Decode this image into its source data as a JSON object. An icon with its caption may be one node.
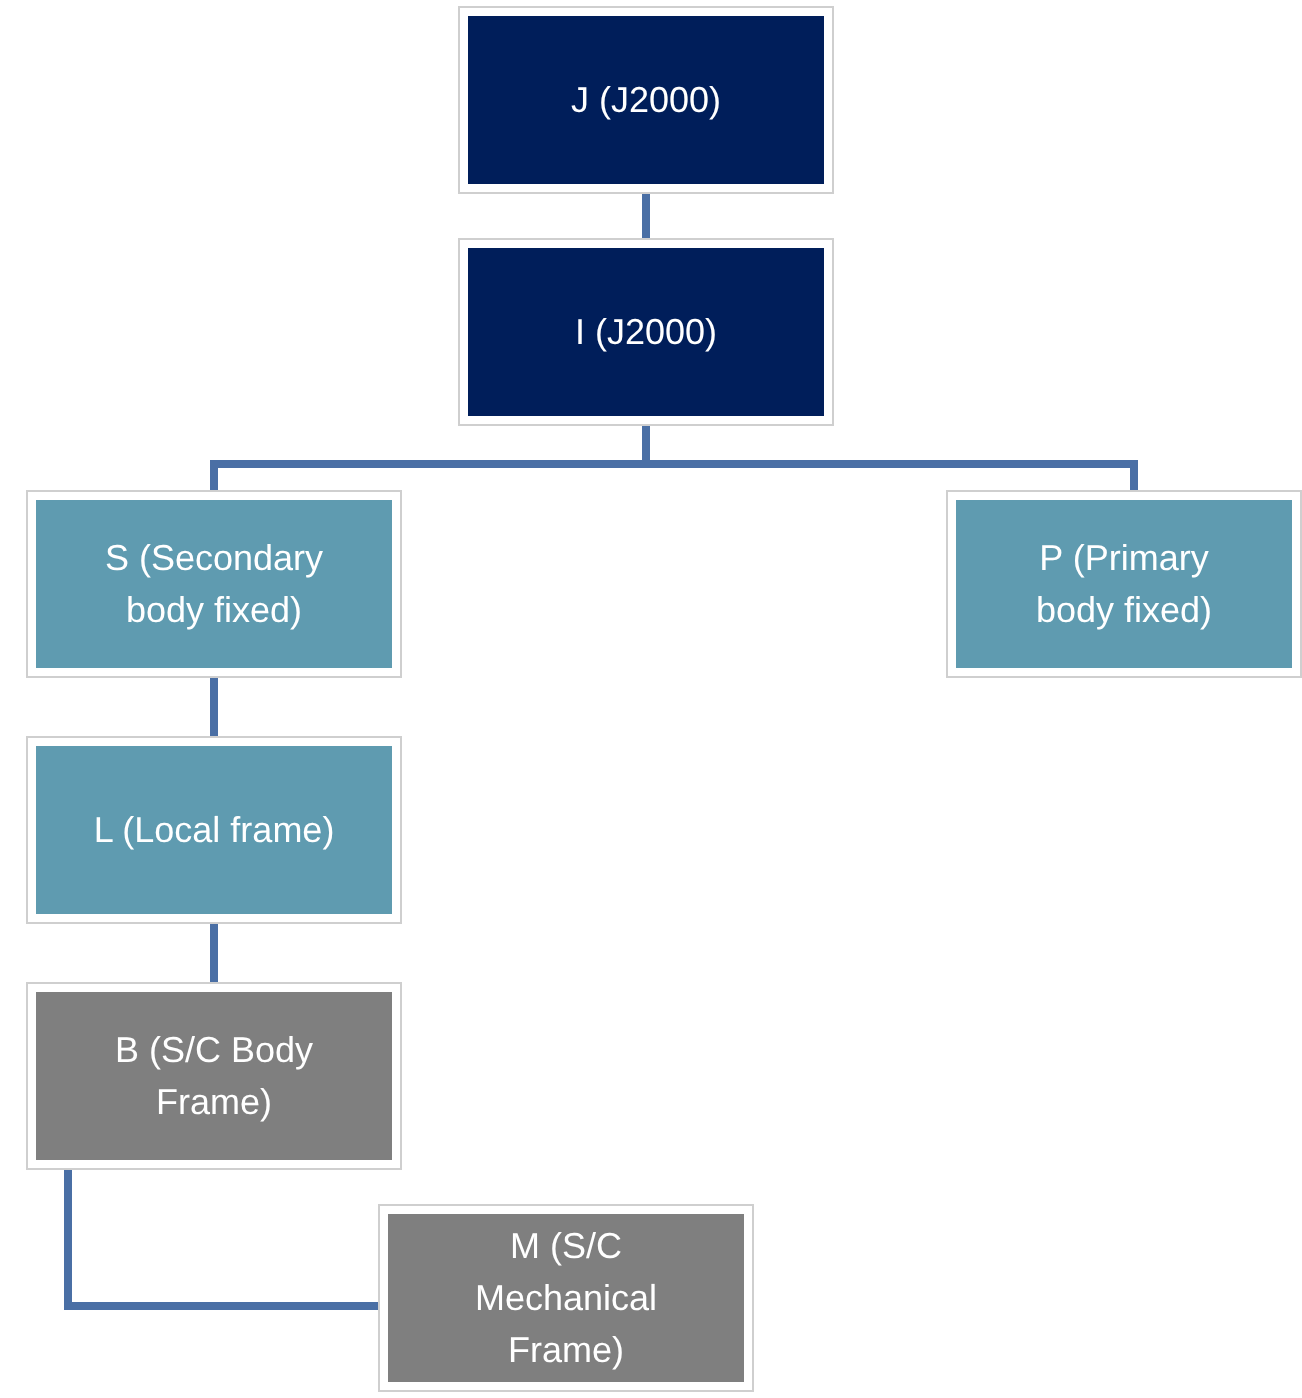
{
  "diagram": {
    "nodes": [
      {
        "text": [
          "J (J2000)"
        ]
      },
      {
        "text": [
          "I (J2000)"
        ]
      },
      {
        "text": [
          "S (Secondary body fixed)"
        ]
      },
      {
        "text": [
          "P (Primary body fixed)"
        ]
      },
      {
        "text": [
          "L (Local frame)"
        ]
      },
      {
        "text": [
          "B (S/C Body Frame)"
        ]
      },
      {
        "text": [
          "M (S/C Mechanical Frame)"
        ]
      }
    ],
    "edges": [
      {
        "from": 0,
        "to": 1,
        "arrow": "none"
      },
      {
        "from": 1,
        "to": 2,
        "arrow": "none"
      },
      {
        "from": 1,
        "to": 3,
        "arrow": "none"
      },
      {
        "from": 2,
        "to": 4,
        "arrow": "none"
      },
      {
        "from": 4,
        "to": 5,
        "arrow": "none"
      },
      {
        "from": 5,
        "to": 6,
        "arrow": "none"
      }
    ]
  }
}
